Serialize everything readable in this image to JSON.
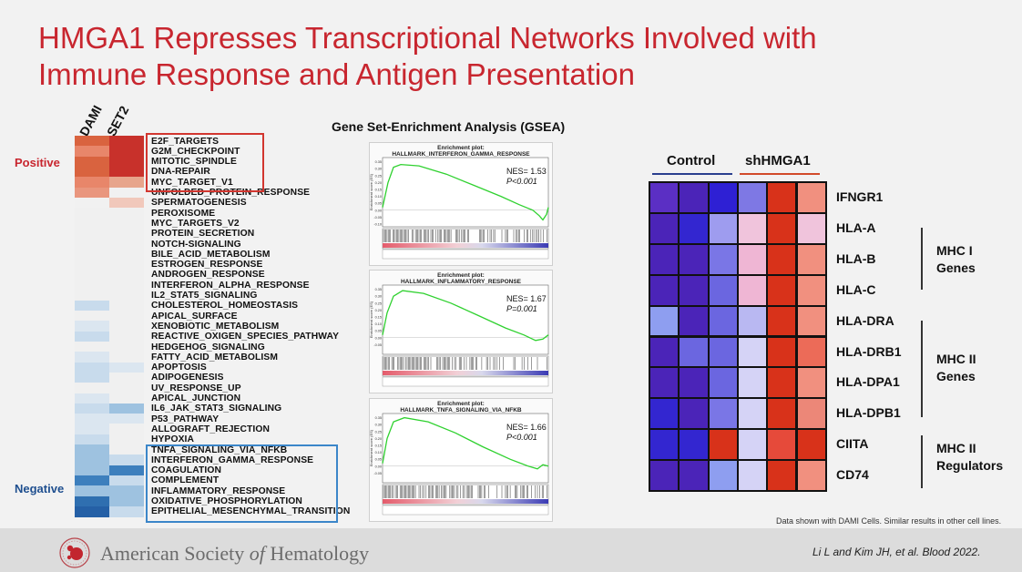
{
  "title": {
    "line1": "HMGA1 Represses Transcriptional Networks Involved with",
    "line2": "Immune Response and Antigen Presentation"
  },
  "left_heatmap": {
    "columns": [
      "DAMI",
      "SET2"
    ],
    "positive_label": "Positive",
    "negative_label": "Negative",
    "pathways": [
      "E2F_TARGETS",
      "G2M_CHECKPOINT",
      "MITOTIC_SPINDLE",
      "DNA-REPAIR",
      "MYC_TARGET_V1",
      "UNFOLDED_PROTEIN_RESPONSE",
      "SPERMATOGENESIS",
      "PEROXISOME",
      "MYC_TARGETS_V2",
      "PROTEIN_SECRETION",
      "NOTCH-SIGNALING",
      "BILE_ACID_METABOLISM",
      "ESTROGEN_RESPONSE",
      "ANDROGEN_RESPONSE",
      "INTERFERON_ALPHA_RESPONSE",
      "IL2_STAT5_SIGNALING",
      "CHOLESTEROL_HOMEOSTASIS",
      "APICAL_SURFACE",
      "XENOBIOTIC_METABOLISM",
      "REACTIVE_OXIGEN_SPECIES_PATHWAY",
      "HEDGEHOG_SIGNALING",
      "FATTY_ACID_METABOLISM",
      "APOPTOSIS",
      "ADIPOGENESIS",
      "UV_RESPONSE_UP",
      "APICAL_JUNCTION",
      "IL6_JAK_STAT3_SIGNALING",
      "P53_PATHWAY",
      "ALLOGRAFT_REJECTION",
      "HYPOXIA",
      "TNFA_SIGNALING_VIA_NFKB",
      "INTERFERON_GAMMA_RESPONSE",
      "COAGULATION",
      "COMPLEMENT",
      "INFLAMMATORY_RESPONSE",
      "OXIDATIVE_PHOSPHORYLATION",
      "EPITHELIAL_MESENCHYMAL_TRANSITION"
    ],
    "cell_colors": [
      [
        "#d9633f",
        "#c8312b"
      ],
      [
        "#e8866a",
        "#c8312b"
      ],
      [
        "#d9633f",
        "#c8312b"
      ],
      [
        "#d9633f",
        "#c8312b"
      ],
      [
        "#e8866a",
        "#e7a58c"
      ],
      [
        "#e9967e",
        "#f1f1f1"
      ],
      [
        "#f1f1f1",
        "#f1c8bb"
      ],
      [
        "#f0f0f0",
        "#f0f0f0"
      ],
      [
        "#f0f0f0",
        "#f0f0f0"
      ],
      [
        "#f0f0f0",
        "#f0f0f0"
      ],
      [
        "#f0f0f0",
        "#f0f0f0"
      ],
      [
        "#f0f0f0",
        "#f0f0f0"
      ],
      [
        "#f0f0f0",
        "#f0f0f0"
      ],
      [
        "#f0f0f0",
        "#f0f0f0"
      ],
      [
        "#f0f0f0",
        "#f0f0f0"
      ],
      [
        "#f0f0f0",
        "#f0f0f0"
      ],
      [
        "#c8dbec",
        "#f0f0f0"
      ],
      [
        "#f0f0f0",
        "#f0f0f0"
      ],
      [
        "#dbe6f0",
        "#f0f0f0"
      ],
      [
        "#c8dbec",
        "#f0f0f0"
      ],
      [
        "#f0f0f0",
        "#f0f0f0"
      ],
      [
        "#dbe6f0",
        "#f0f0f0"
      ],
      [
        "#c8dbec",
        "#dbe6f0"
      ],
      [
        "#c8dbec",
        "#f0f0f0"
      ],
      [
        "#f0f0f0",
        "#f0f0f0"
      ],
      [
        "#dbe6f0",
        "#f0f0f0"
      ],
      [
        "#c8dbec",
        "#9ec2e0"
      ],
      [
        "#dbe6f0",
        "#dbe6f0"
      ],
      [
        "#dbe6f0",
        "#f0f0f0"
      ],
      [
        "#c8dbec",
        "#f0f0f0"
      ],
      [
        "#9ec2e0",
        "#f0f0f0"
      ],
      [
        "#9ec2e0",
        "#c8dbec"
      ],
      [
        "#9ec2e0",
        "#3d7fbd"
      ],
      [
        "#3d7fbd",
        "#c8dbec"
      ],
      [
        "#9ec2e0",
        "#9ec2e0"
      ],
      [
        "#2f6fb0",
        "#9ec2e0"
      ],
      [
        "#2560a6",
        "#c8dbec"
      ]
    ]
  },
  "gsea": {
    "title": "Gene Set-Enrichment Analysis (GSEA)",
    "panels": [
      {
        "plot_title": "Enrichment plot:",
        "name": "HALLMARK_INTERFERON_GAMMA_RESPONSE",
        "nes": "NES= 1.53",
        "p": "P<0.001"
      },
      {
        "plot_title": "Enrichment plot:",
        "name": "HALLMARK_INFLAMMATORY_RESPONSE",
        "nes": "NES= 1.67",
        "p": "P=0.001"
      },
      {
        "plot_title": "Enrichment plot:",
        "name": "HALLMARK_TNFA_SIGNALING_VIA_NFKB",
        "nes": "NES= 1.66",
        "p": "P<0.001"
      }
    ],
    "y_axis_label": "Enrichment score (ES)",
    "y_ticks": [
      "0.35",
      "0.30",
      "0.25",
      "0.20",
      "0.15",
      "0.10",
      "0.05",
      "0.00",
      "-0.05",
      "-0.10"
    ]
  },
  "right_heatmap": {
    "control_label": "Control",
    "sh_label": "shHMGA1",
    "control_color": "#2a3f8f",
    "sh_color": "#d24a2a",
    "genes": [
      "IFNGR1",
      "HLA-A",
      "HLA-B",
      "HLA-C",
      "HLA-DRA",
      "HLA-DRB1",
      "HLA-DPA1",
      "HLA-DPB1",
      "CIITA",
      "CD74"
    ],
    "groups": [
      {
        "line1": "MHC I",
        "line2": "Genes"
      },
      {
        "line1": "MHC II",
        "line2": "Genes"
      },
      {
        "line1": "MHC II",
        "line2": "Regulators"
      }
    ],
    "cell_colors": [
      [
        "#5b2fc4",
        "#4b24b8",
        "#2e20d4",
        "#7e78e4",
        "#d8321a",
        "#f1907f"
      ],
      [
        "#4b24b8",
        "#3326d0",
        "#9e9cef",
        "#f0c4dc",
        "#d8321a",
        "#f0c4dc"
      ],
      [
        "#4b24b8",
        "#4b24b8",
        "#7a76e6",
        "#efb6d4",
        "#d8321a",
        "#f1907f"
      ],
      [
        "#4b24b8",
        "#4b24b8",
        "#6b66e0",
        "#efb6d4",
        "#d8321a",
        "#f1907f"
      ],
      [
        "#8e9ef0",
        "#4b24b8",
        "#6b66e0",
        "#b9b8f2",
        "#d8321a",
        "#f1907f"
      ],
      [
        "#4b24b8",
        "#6b66e0",
        "#6b66e0",
        "#d5d3f6",
        "#d8321a",
        "#ec6b58"
      ],
      [
        "#4b24b8",
        "#4b24b8",
        "#6b66e0",
        "#d5d3f6",
        "#d8321a",
        "#f1907f"
      ],
      [
        "#3326d0",
        "#4b24b8",
        "#7a76e6",
        "#d5d3f6",
        "#d8321a",
        "#ec8778"
      ],
      [
        "#3326d0",
        "#3326d0",
        "#d8321a",
        "#d5d3f6",
        "#e64a3a",
        "#d8321a"
      ],
      [
        "#4b24b8",
        "#4b24b8",
        "#8e9ef0",
        "#d5d3f6",
        "#d8321a",
        "#f1907f"
      ]
    ]
  },
  "footnote": "Data shown with DAMI Cells. Similar results in other cell lines.",
  "organization": {
    "part1": "American Society ",
    "of": "of",
    "part2": " Hematology"
  },
  "citation": "Li L and Kim JH, et al. Blood 2022."
}
